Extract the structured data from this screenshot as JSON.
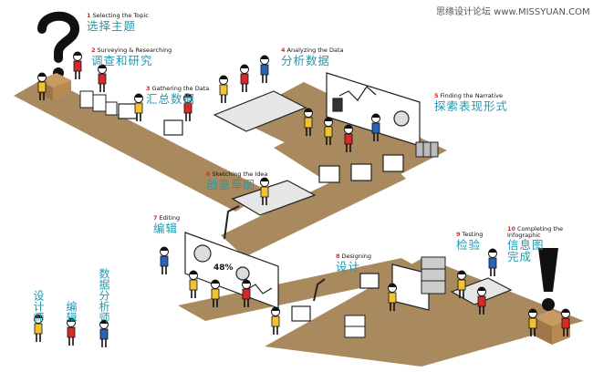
{
  "watermark": "思缘设计论坛 www.MISSYUAN.COM",
  "steps": [
    {
      "num": "1",
      "en": "Selecting the Topic",
      "zh": "选择主题"
    },
    {
      "num": "2",
      "en": "Surveying & Researching",
      "zh": "调查和研究"
    },
    {
      "num": "3",
      "en": "Gathering the Data",
      "zh": "汇总数据"
    },
    {
      "num": "4",
      "en": "Analyzing the Data",
      "zh": "分析数据"
    },
    {
      "num": "5",
      "en": "Finding the Narrative",
      "zh": "探索表现形式"
    },
    {
      "num": "6",
      "en": "Sketching the Idea",
      "zh": "创意草图"
    },
    {
      "num": "7",
      "en": "Editing",
      "zh": "编辑"
    },
    {
      "num": "8",
      "en": "Designing",
      "zh": "设计"
    },
    {
      "num": "9",
      "en": "Testing",
      "zh": "检验"
    },
    {
      "num": "10",
      "en": "Completing the Infographic",
      "zh": "信息图完成"
    }
  ],
  "legend": [
    {
      "label": "设计师",
      "color": "#f2c230"
    },
    {
      "label": "编辑",
      "color": "#d62a2a"
    },
    {
      "label": "数据分析师",
      "color": "#2a62b8"
    }
  ],
  "board_text": {
    "percent": "48%"
  },
  "colors": {
    "floor": "#a98a5f",
    "designer": "#f2c230",
    "editor": "#d62a2a",
    "analyst": "#2a62b8",
    "label": "#1f9ab0",
    "accent": "#d62a2a"
  }
}
